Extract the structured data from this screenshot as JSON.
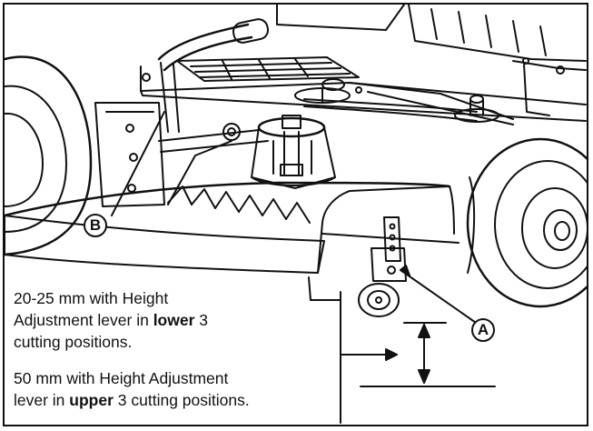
{
  "callouts": {
    "a": "A",
    "b": "B"
  },
  "caption_1": {
    "line_1": "20-25 mm with Height",
    "line_2_pre": "Adjustment lever in ",
    "line_2_bold": "lower",
    "line_2_post": " 3",
    "line_3": "cutting positions."
  },
  "caption_2": {
    "line_1": "50 mm with Height Adjustment",
    "line_2_pre": "lever in ",
    "line_2_bold": "upper",
    "line_2_post": " 3 cutting positions."
  },
  "colors": {
    "ink": "#111111",
    "paper": "#ffffff"
  }
}
